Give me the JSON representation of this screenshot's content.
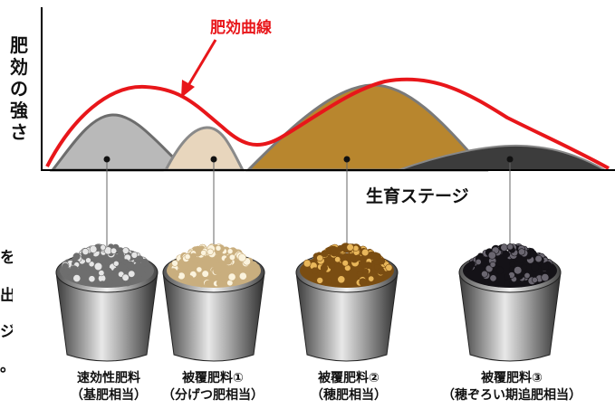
{
  "y_axis_label": "肥効の強さ",
  "x_axis_label": "生育ステージ",
  "curve_label": "肥効曲線",
  "cutoff_left_text": [
    "を",
    "出",
    "ジ",
    "。"
  ],
  "fertilizers": [
    {
      "name": "速効性肥料",
      "role": "（基肥相当）",
      "color": "#b9b9b9",
      "bead_light": "#e6e6e6",
      "bead_dark": "#6e6e6e"
    },
    {
      "name": "被覆肥料①",
      "role": "（分げつ肥相当）",
      "color": "#e8d6bd",
      "bead_light": "#fbf3dd",
      "bead_dark": "#c9ae7e"
    },
    {
      "name": "被覆肥料②",
      "role": "（穂肥相当）",
      "color": "#b8862e",
      "bead_light": "#e9b75a",
      "bead_dark": "#7a4d12"
    },
    {
      "name": "被覆肥料③",
      "role": "（穂ぞろい期追肥相当）",
      "color": "#3c3c3c",
      "bead_light": "#6a6670",
      "bead_dark": "#141217"
    }
  ],
  "colors": {
    "curve": "#e8161a",
    "axis": "#000000",
    "hill_outline": "#777777"
  }
}
